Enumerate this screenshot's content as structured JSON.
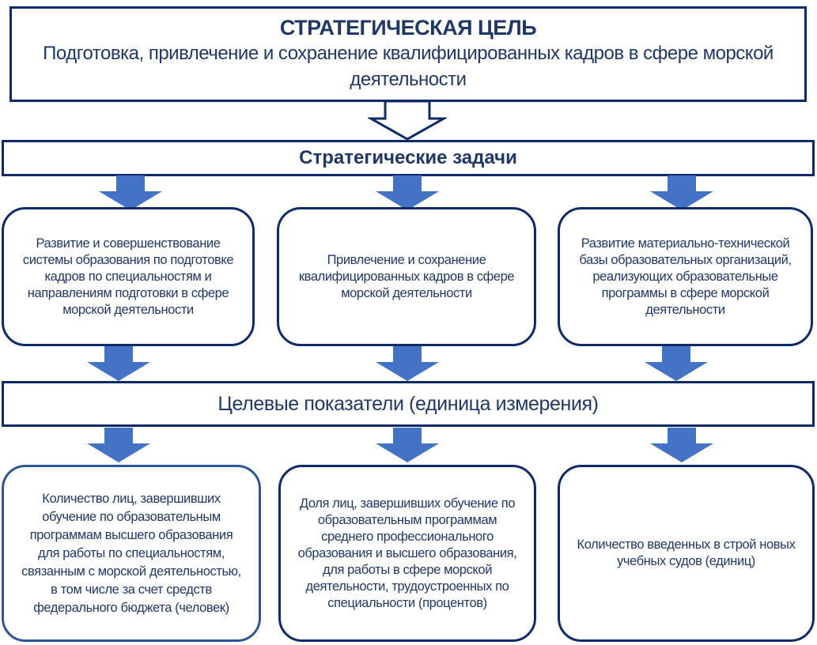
{
  "goal": {
    "title": "СТРАТЕГИЧЕСКАЯ ЦЕЛЬ",
    "text": "Подготовка, привлечение и сохранение квалифицированных кадров в сфере морской деятельности"
  },
  "tasks_header": "Стратегические задачи",
  "tasks": [
    "Развитие и совершенствование системы образования по подготовке кадров по специальностям и направлениям подготовки в сфере морской деятельности",
    "Привлечение и сохранение квалифицированных кадров в сфере морской деятельности",
    "Развитие материально-технической базы образовательных организаций, реализующих образовательные программы в сфере морской деятельности"
  ],
  "indicators_header": "Целевые показатели (единица измерения)",
  "indicators": [
    "Количество лиц, завершивших обучение по образовательным программам высшего образования для работы по специальностям, связанным с морской деятельностью, в том числе за счет средств федерального бюджета (человек)",
    "Доля лиц, завершивших обучение по образовательным программам среднего профессионального образования и высшего образования, для работы в сфере морской деятельности, трудоустроенных по специальности (процентов)",
    "Количество введенных в строй новых учебных судов (единиц)"
  ],
  "colors": {
    "border": "#0f2a66",
    "text": "#1f3864",
    "arrow": "#4472c4"
  }
}
